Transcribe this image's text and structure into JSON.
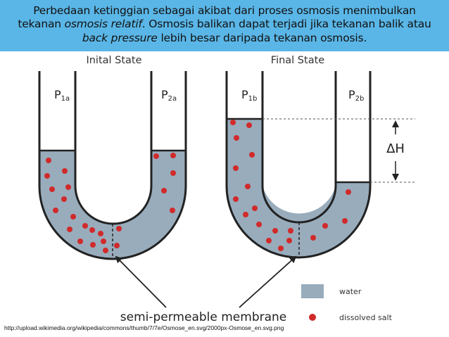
{
  "caption": {
    "line1": "Perbedaan ketinggian sebagai akibat dari proses osmosis menimbulkan",
    "line2_a": "tekanan ",
    "line2_em": "osmosis relatif",
    "line2_b": ". Osmosis balikan dapat terjadi jika tekanan balik atau",
    "line3_em": "back pressure",
    "line3_b": " lebih besar daripada tekanan osmosis."
  },
  "diagram": {
    "initial_title": "Inital State",
    "final_title": "Final State",
    "p1a_main": "P",
    "p1a_sub": "1a",
    "p2a_main": "P",
    "p2a_sub": "2a",
    "p1b_main": "P",
    "p1b_sub": "1b",
    "p2b_main": "P",
    "p2b_sub": "2b",
    "delta_h": "ΔH",
    "membrane_label": "semi-permeable membrane",
    "legend_water": "water",
    "legend_salt": "dissolved salt",
    "colors": {
      "water": "#98acbc",
      "salt": "#d12a2a",
      "banner": "#5ab6e7",
      "outline": "#222222"
    }
  },
  "source_url": "http://upload.wikimedia.org/wikipedia/commons/thumb/7/7e/Osmose_en.svg/2000px-Osmose_en.svg.png"
}
